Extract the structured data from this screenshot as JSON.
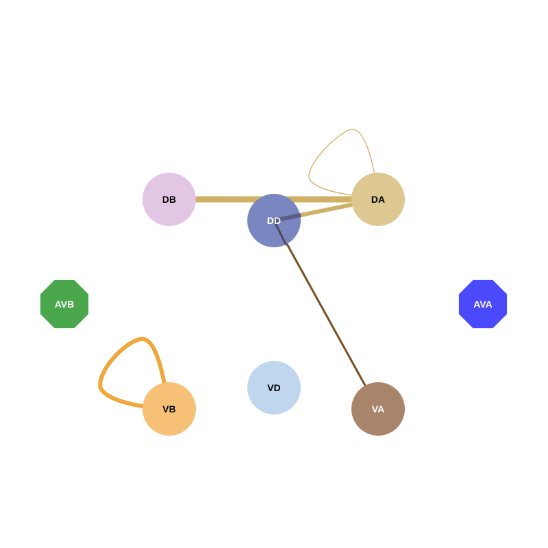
{
  "graph": {
    "nodes": [
      {
        "id": "DB",
        "label": "DB",
        "shape": "circle",
        "fill": "#e2c6e3",
        "text_color": "#000000"
      },
      {
        "id": "DA",
        "label": "DA",
        "shape": "circle",
        "fill": "#dec891",
        "text_color": "#000000"
      },
      {
        "id": "DD",
        "label": "DD",
        "shape": "circle",
        "fill": "#7a86bf",
        "text_color": "#ffffff"
      },
      {
        "id": "AVB",
        "label": "AVB",
        "shape": "octagon",
        "fill": "#4ba74b",
        "text_color": "#ffffff"
      },
      {
        "id": "AVA",
        "label": "AVA",
        "shape": "octagon",
        "fill": "#4a4afc",
        "text_color": "#ffffff"
      },
      {
        "id": "VB",
        "label": "VB",
        "shape": "circle",
        "fill": "#f6c077",
        "text_color": "#000000"
      },
      {
        "id": "VD",
        "label": "VD",
        "shape": "circle",
        "fill": "#c0d6ee",
        "text_color": "#000000"
      },
      {
        "id": "VA",
        "label": "VA",
        "shape": "circle",
        "fill": "#a8846a",
        "text_color": "#ffffff"
      }
    ],
    "edges": [
      {
        "source": "DB",
        "target": "DA",
        "color": "#cfb064",
        "weight": "heavy"
      },
      {
        "source": "DD",
        "target": "DA",
        "color": "#cfb064",
        "weight": "medium"
      },
      {
        "source": "DD",
        "target": "VA",
        "color": "#7a4e22",
        "weight": "medium-light"
      },
      {
        "source": "DA",
        "target": "DA",
        "color": "#cfa652",
        "weight": "thin",
        "self_loop": true
      },
      {
        "source": "VB",
        "target": "VB",
        "color": "#f0a73c",
        "weight": "medium",
        "self_loop": true
      }
    ]
  }
}
